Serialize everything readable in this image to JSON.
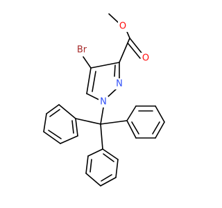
{
  "molecule": {
    "atoms": [
      {
        "id": "br",
        "symbol": "Br",
        "color": "#a62929"
      },
      {
        "id": "o_carbonyl",
        "symbol": "O",
        "color": "#ff0d0d"
      },
      {
        "id": "o_ester",
        "symbol": "O",
        "color": "#ff0d0d"
      },
      {
        "id": "n2",
        "symbol": "N",
        "color": "#3050f8"
      },
      {
        "id": "n1",
        "symbol": "N",
        "color": "#3050f8"
      }
    ],
    "colors": {
      "carbon_bond": "#000000",
      "background": "#ffffff"
    }
  }
}
